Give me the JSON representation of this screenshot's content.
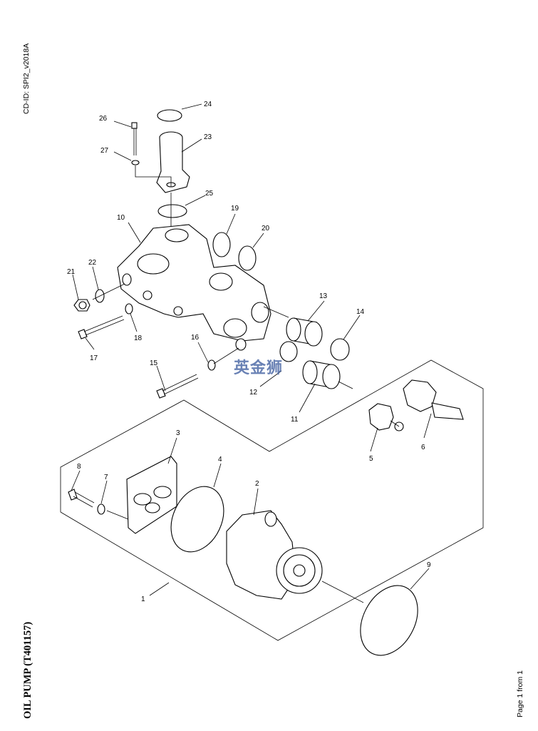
{
  "header": {
    "cd_id": "CD-ID: SPI2_v2018A"
  },
  "footer": {
    "title": "OIL PUMP (T401157)",
    "page": "Page 1 from 1"
  },
  "watermark": {
    "text": "英金狮"
  },
  "callouts": [
    "1",
    "2",
    "3",
    "4",
    "5",
    "6",
    "7",
    "8",
    "9",
    "10",
    "11",
    "12",
    "13",
    "14",
    "15",
    "16",
    "17",
    "18",
    "19",
    "20",
    "21",
    "22",
    "23",
    "24",
    "25",
    "26",
    "27"
  ]
}
